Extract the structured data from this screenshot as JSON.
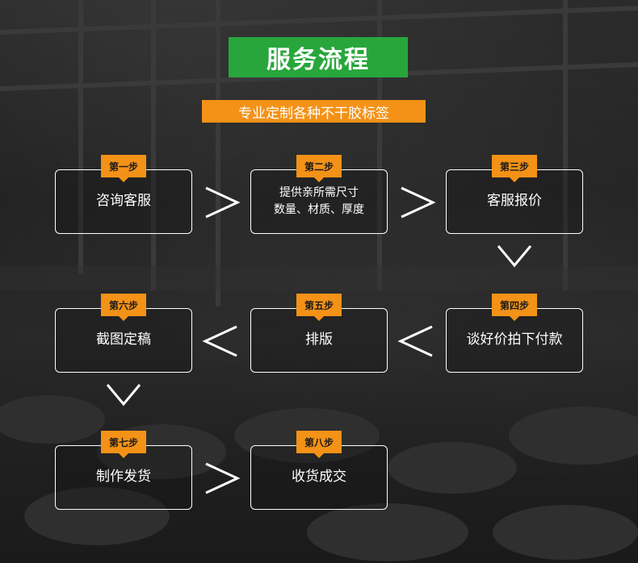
{
  "title": "服务流程",
  "subtitle": "专业定制各种不干胶标签",
  "colors": {
    "title_bg": "#28a63c",
    "accent": "#f39217",
    "box_border": "#ffffff"
  },
  "steps": [
    {
      "badge": "第一步",
      "text": "咨询客服"
    },
    {
      "badge": "第二步",
      "line1": "提供亲所需尺寸",
      "line2": "数量、材质、厚度"
    },
    {
      "badge": "第三步",
      "text": "客服报价"
    },
    {
      "badge": "第四步",
      "text": "谈好价拍下付款"
    },
    {
      "badge": "第五步",
      "text": "排版"
    },
    {
      "badge": "第六步",
      "text": "截图定稿"
    },
    {
      "badge": "第七步",
      "text": "制作发货"
    },
    {
      "badge": "第八步",
      "text": "收货成交"
    }
  ]
}
